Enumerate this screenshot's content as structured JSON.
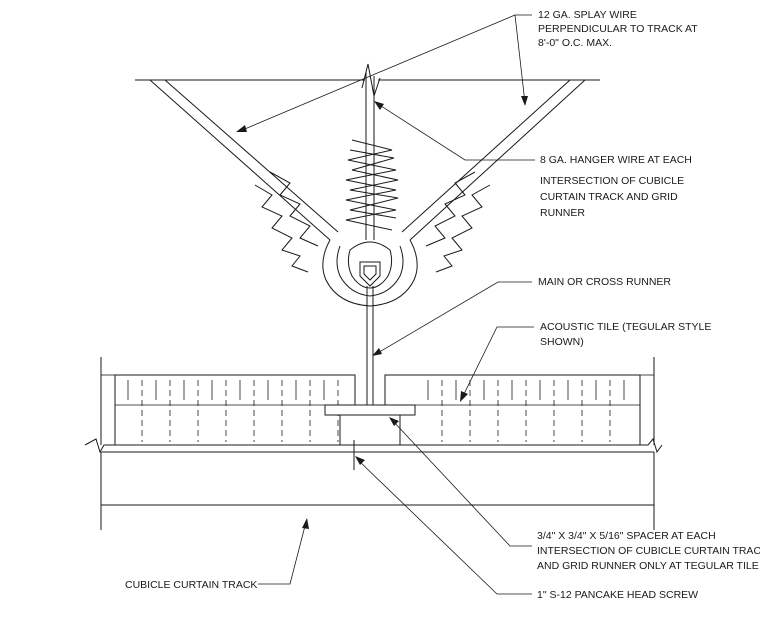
{
  "notes": {
    "splay_wire": [
      "12 GA. SPLAY WIRE",
      "PERPENDICULAR TO TRACK AT",
      "8'-0\" O.C. MAX."
    ],
    "hanger_wire": [
      "8 GA. HANGER WIRE AT EACH",
      "INTERSECTION OF CUBICLE",
      "CURTAIN TRACK AND GRID",
      "RUNNER"
    ],
    "runner": [
      "MAIN OR CROSS RUNNER"
    ],
    "acoustic_tile": [
      "ACOUSTIC TILE (TEGULAR STYLE",
      "SHOWN)"
    ],
    "spacer": [
      "3/4\" X 3/4\" X 5/16\" SPACER AT EACH",
      "INTERSECTION OF CUBICLE CURTAIN TRACK",
      "AND GRID RUNNER ONLY AT TEGULAR TILE"
    ],
    "screw": [
      "1\" S-12 PANCAKE HEAD SCREW"
    ],
    "track": [
      "CUBICLE CURTAIN TRACK"
    ]
  }
}
